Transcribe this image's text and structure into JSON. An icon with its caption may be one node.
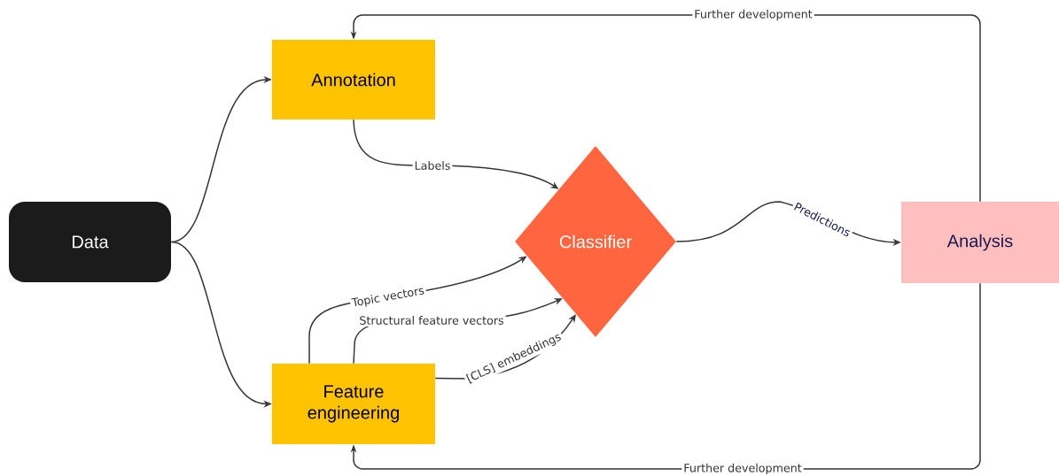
{
  "diagram": {
    "nodes": [
      {
        "text": [
          "Data"
        ]
      },
      {
        "text": [
          "Annotation"
        ]
      },
      {
        "text": [
          "Feature engineering"
        ]
      },
      {
        "text": [
          "Classifier"
        ]
      },
      {
        "text": [
          "Analysis"
        ]
      }
    ],
    "edges": [
      {
        "from": 0,
        "to": 1,
        "arrow": "to"
      },
      {
        "from": 0,
        "to": 2,
        "arrow": "to"
      },
      {
        "from": 1,
        "to": 3,
        "arrow": "to",
        "label": "Labels"
      },
      {
        "from": 2,
        "to": 3,
        "arrow": "to",
        "label": "Topic vectors"
      },
      {
        "from": 2,
        "to": 3,
        "arrow": "to",
        "label": "Structural feature vectors"
      },
      {
        "from": 2,
        "to": 3,
        "arrow": "to",
        "label": "[CLS] embeddings"
      },
      {
        "from": 3,
        "to": 4,
        "arrow": "to",
        "label": "Predictions"
      },
      {
        "from": 4,
        "to": 1,
        "arrow": "to",
        "label": "Further development"
      },
      {
        "from": 4,
        "to": 2,
        "arrow": "to",
        "label": "Further development"
      }
    ]
  }
}
